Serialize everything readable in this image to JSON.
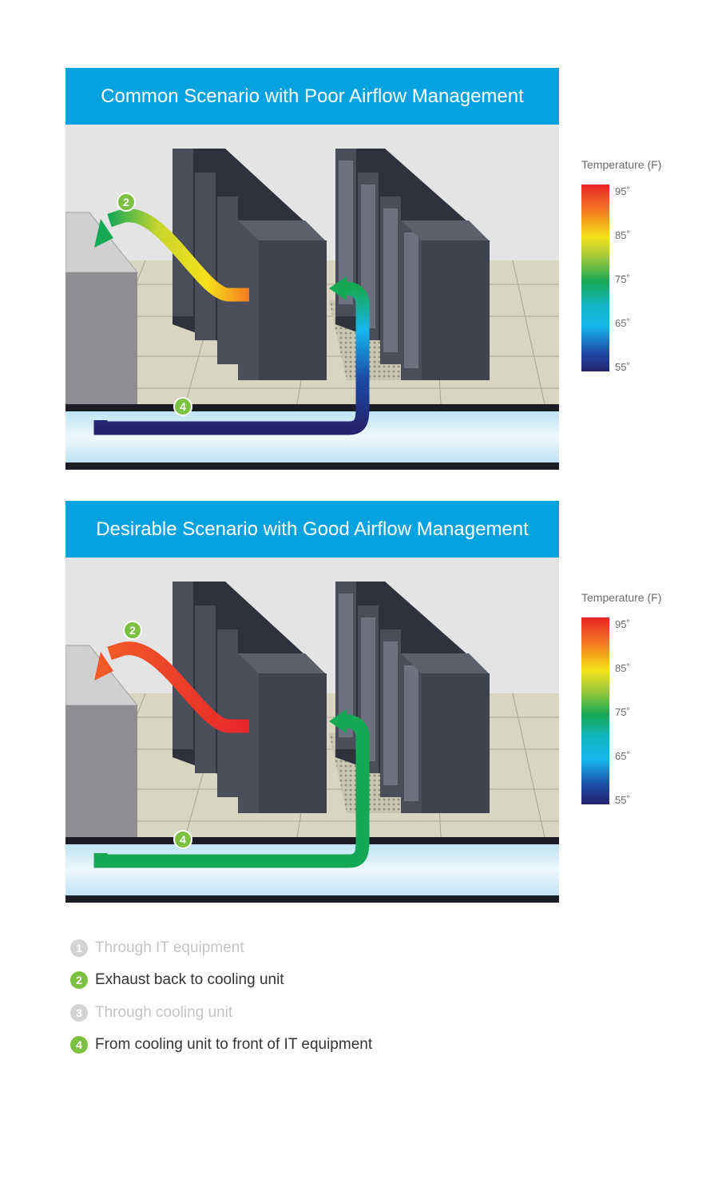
{
  "colors": {
    "header_bg": "#04a3e0",
    "badge_active": "#7cc142",
    "badge_inactive": "#d4d4d4",
    "rack": "#3f4350",
    "floor": "#d8d5c0",
    "plenum": "#d6eef8"
  },
  "panels": [
    {
      "title": "Common Scenario with Poor Airflow Management",
      "exhaust_arrow": {
        "colors": [
          "#f47a20",
          "#96c63c",
          "#f7e11a",
          "#f47a20"
        ],
        "badge": "2"
      },
      "supply_arrow": {
        "colors": [
          "#25246f",
          "#1b4aa6",
          "#16b6ee",
          "#16a955"
        ],
        "badge": "4"
      }
    },
    {
      "title": "Desirable Scenario with Good Airflow Management",
      "exhaust_arrow": {
        "colors": [
          "#f05a28",
          "#e8252a"
        ],
        "badge": "2"
      },
      "supply_arrow": {
        "colors": [
          "#16a955",
          "#16a955"
        ],
        "badge": "4"
      }
    }
  ],
  "legends": [
    {
      "title": "Temperature (F)",
      "ticks": [
        "95˚",
        "85˚",
        "75˚",
        "65˚",
        "55˚"
      ]
    },
    {
      "title": "Temperature (F)",
      "ticks": [
        "95˚",
        "85˚",
        "75˚",
        "65˚",
        "55˚"
      ]
    }
  ],
  "steps": [
    {
      "number": "1",
      "label": "Through IT equipment",
      "active": false
    },
    {
      "number": "2",
      "label": "Exhaust back to cooling unit",
      "active": true
    },
    {
      "number": "3",
      "label": "Through cooling unit",
      "active": false
    },
    {
      "number": "4",
      "label": "From cooling unit to front of IT equipment",
      "active": true
    }
  ]
}
